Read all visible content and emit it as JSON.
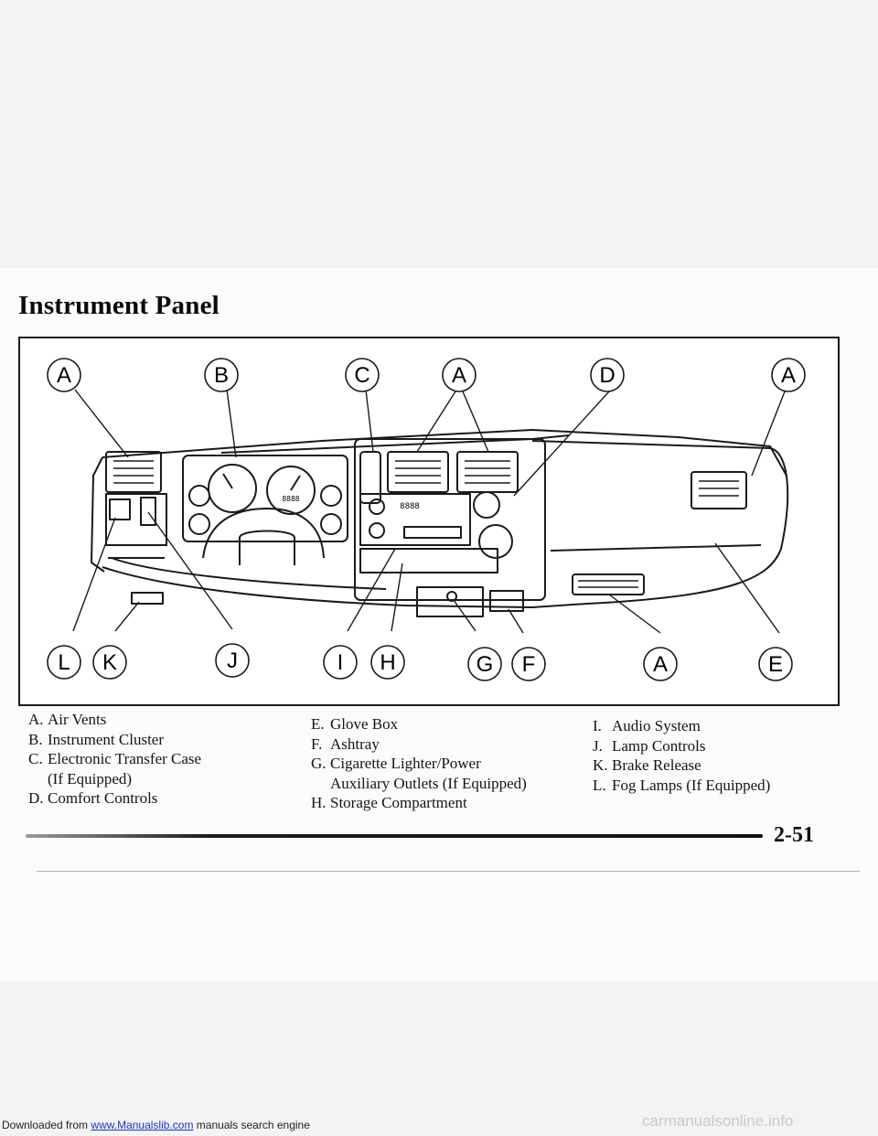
{
  "header": {
    "prefix": "Downloaded from",
    "link": "www.Manualslib.com",
    "suffix": "manuals search engine"
  },
  "watermark": "carmanualsonline.info",
  "page": {
    "title": "Instrument Panel",
    "page_number": "2-51"
  },
  "figure": {
    "callouts": [
      "A",
      "B",
      "C",
      "A",
      "D",
      "A",
      "L",
      "K",
      "J",
      "I",
      "H",
      "G",
      "F",
      "A",
      "E"
    ],
    "cluster_display": "8888",
    "radio_display": "8888"
  },
  "legend": {
    "col1": [
      {
        "key": "A.",
        "text": "Air Vents"
      },
      {
        "key": "B.",
        "text": "Instrument Cluster"
      },
      {
        "key": "C.",
        "text": "Electronic Transfer Case",
        "cont": "(If Equipped)"
      },
      {
        "key": "D.",
        "text": "Comfort Controls"
      }
    ],
    "col2": [
      {
        "key": "E.",
        "text": "Glove Box"
      },
      {
        "key": "F.",
        "text": "Ashtray"
      },
      {
        "key": "G.",
        "text": "Cigarette Lighter/Power",
        "cont": "Auxiliary Outlets (If Equipped)"
      },
      {
        "key": "H.",
        "text": "Storage Compartment"
      }
    ],
    "col3": [
      {
        "key": "I.",
        "text": "Audio System"
      },
      {
        "key": "J.",
        "text": "Lamp Controls"
      },
      {
        "key": "K.",
        "text": "Brake Release"
      },
      {
        "key": "L.",
        "text": "Fog Lamps (If Equipped)"
      }
    ]
  }
}
